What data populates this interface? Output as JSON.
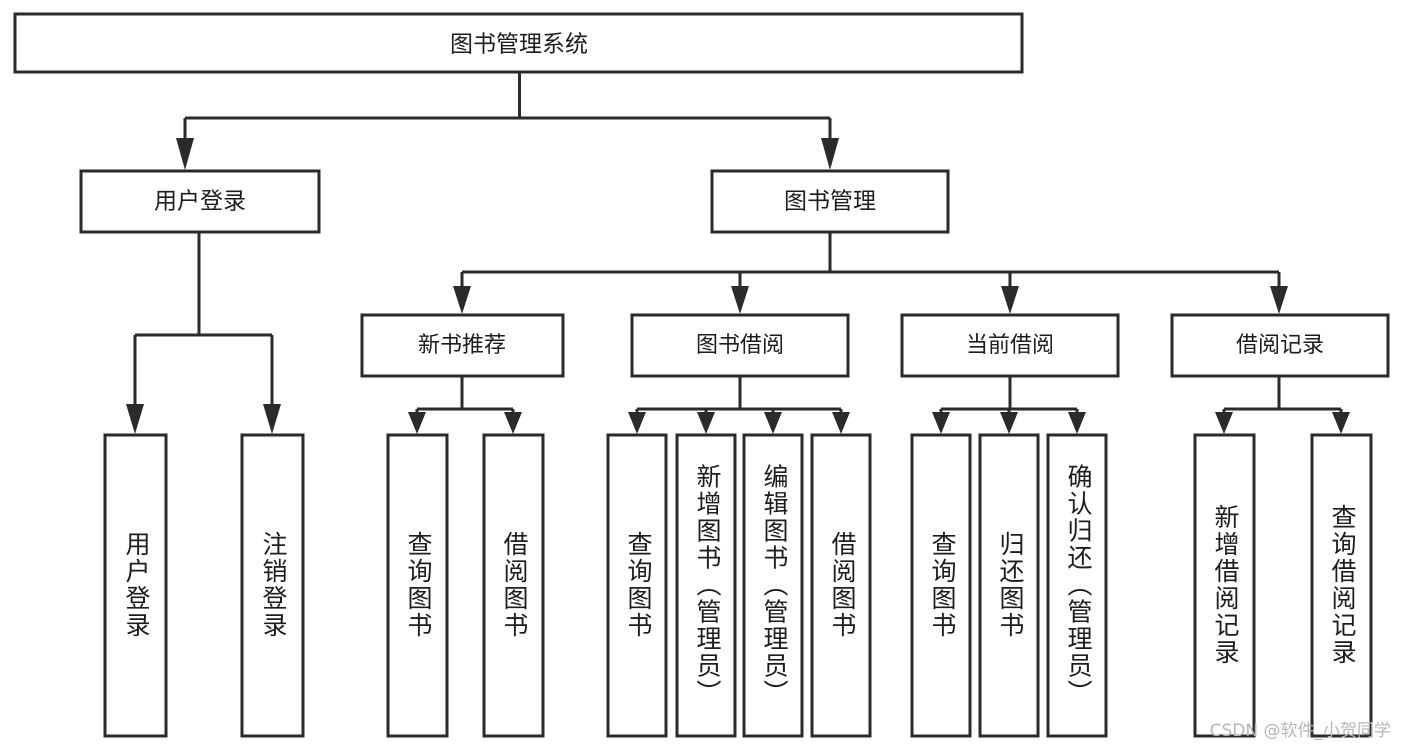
{
  "diagram": {
    "title": "图书管理系统",
    "type": "tree-hierarchy-functional-decomposition",
    "root": {
      "label": "图书管理系统"
    },
    "level2": [
      {
        "label": "用户登录"
      },
      {
        "label": "图书管理"
      }
    ],
    "level3": [
      {
        "label": "新书推荐"
      },
      {
        "label": "图书借阅"
      },
      {
        "label": "当前借阅"
      },
      {
        "label": "借阅记录"
      }
    ],
    "leaves": {
      "user_login": [
        {
          "label": "用户登录"
        },
        {
          "label": "注销登录"
        }
      ],
      "new_book_recommend": [
        {
          "label": "查询图书"
        },
        {
          "label": "借阅图书"
        }
      ],
      "book_borrow": [
        {
          "label": "查询图书"
        },
        {
          "label": "新增图书（管理员）"
        },
        {
          "label": "编辑图书（管理员）"
        },
        {
          "label": "借阅图书"
        }
      ],
      "current_borrow": [
        {
          "label": "查询图书"
        },
        {
          "label": "归还图书"
        },
        {
          "label": "确认归还（管理员）"
        }
      ],
      "borrow_record": [
        {
          "label": "新增借阅记录"
        },
        {
          "label": "查询借阅记录"
        }
      ]
    }
  },
  "watermark": {
    "text": "CSDN @软件_小贺同学"
  },
  "colors": {
    "stroke": "#2b2b2b",
    "fill": "#ffffff",
    "text": "#1d1d1d",
    "watermark": "#b7b7b7",
    "background": "#ffffff"
  }
}
